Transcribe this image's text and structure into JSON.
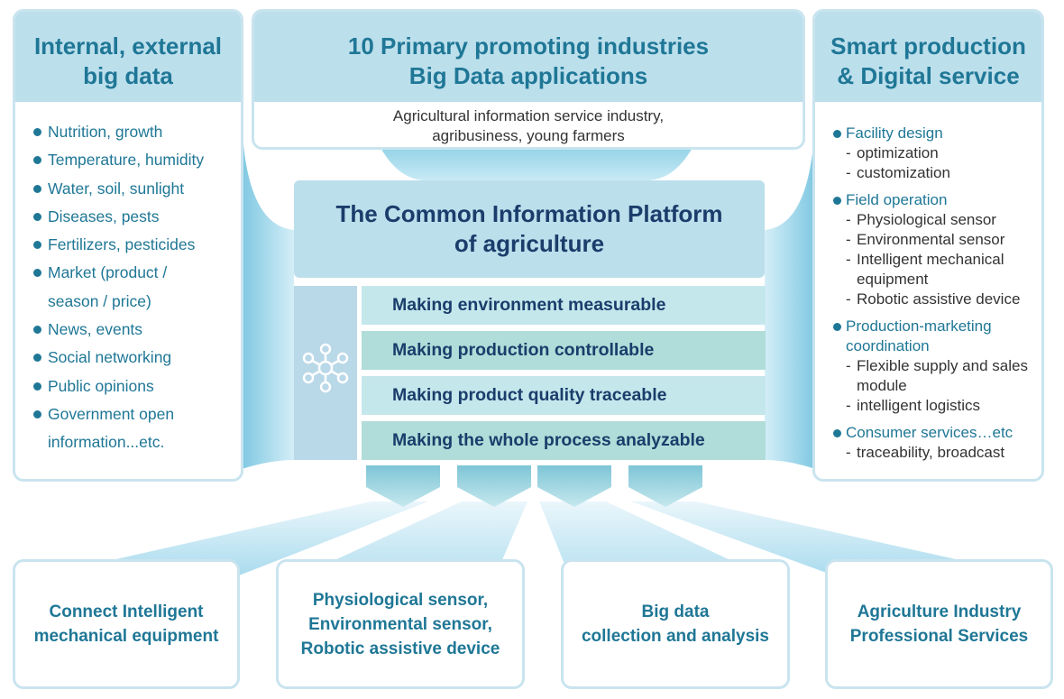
{
  "colors": {
    "header_bg": "#bcdfec",
    "panel_border": "#c9e4ef",
    "teal_text": "#1f7796",
    "navy_text": "#1a3d6b",
    "row_a": "#c4e7ec",
    "row_b": "#b0ddd9"
  },
  "left_panel": {
    "title": "Internal, external\nbig data",
    "items": [
      "Nutrition, growth",
      "Temperature, humidity",
      "Water, soil, sunlight",
      "Diseases, pests",
      "Fertilizers, pesticides",
      "Market (product /",
      "season / price)",
      "News, events",
      "Social networking",
      "Public opinions",
      "Government open",
      "information...etc."
    ],
    "bulleted": [
      true,
      true,
      true,
      true,
      true,
      true,
      false,
      true,
      true,
      true,
      true,
      false
    ]
  },
  "top_panel": {
    "title": "10 Primary promoting industries\nBig Data applications",
    "subtitle": "Agricultural information service industry,\nagribusiness, young farmers"
  },
  "right_panel": {
    "title": "Smart production\n& Digital service",
    "categories": [
      {
        "label": "Facility design",
        "subs": [
          "optimization",
          "customization"
        ]
      },
      {
        "label": "Field operation",
        "subs": [
          "Physiological sensor",
          "Environmental sensor",
          "Intelligent mechanical equipment",
          "Robotic assistive device"
        ]
      },
      {
        "label": "Production-marketing coordination",
        "subs": [
          "Flexible supply and sales module",
          "intelligent logistics"
        ]
      },
      {
        "label": "Consumer services…etc",
        "subs": [
          "traceability, broadcast"
        ]
      }
    ]
  },
  "platform": {
    "title": "The Common Information Platform\nof agriculture",
    "hub_icon": "network-hub-icon",
    "rows": [
      "Making environment measurable",
      "Making production controllable",
      "Making product quality traceable",
      "Making the whole process analyzable"
    ]
  },
  "bottom_boxes": [
    "Connect Intelligent\nmechanical equipment",
    "Physiological sensor,\nEnvironmental sensor,\nRobotic assistive device",
    "Big data\ncollection and analysis",
    "Agriculture Industry\nProfessional Services"
  ]
}
